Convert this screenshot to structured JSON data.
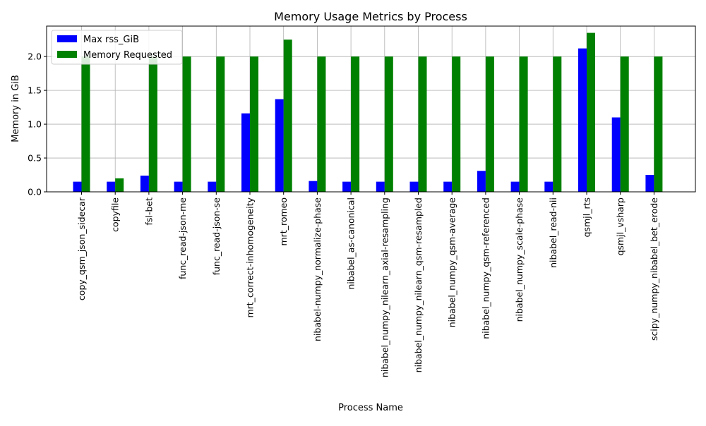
{
  "chart_data": {
    "type": "bar",
    "title": "Memory Usage Metrics by Process",
    "xlabel": "Process Name",
    "ylabel": "Memory in GiB",
    "ylim": [
      0,
      2.45
    ],
    "yticks": [
      "0.0",
      "0.5",
      "1.0",
      "1.5",
      "2.0"
    ],
    "ytick_values": [
      0,
      0.5,
      1.0,
      1.5,
      2.0
    ],
    "grid": true,
    "legend_position": "upper-left",
    "categories": [
      "copy_qsm_json_sidecar",
      "copyfile",
      "fsl-bet",
      "func_read-json-me",
      "func_read-json-se",
      "mrt_correct-inhomogeneity",
      "mrt_romeo",
      "nibabel-numpy_normalize-phase",
      "nibabel_as-canonical",
      "nibabel_numpy_nilearn_axial-resampling",
      "nibabel_numpy_nilearn_qsm-resampled",
      "nibabel_numpy_qsm-average",
      "nibabel_numpy_qsm-referenced",
      "nibabel_numpy_scale-phase",
      "nibabel_read-nii",
      "qsmjl_rts",
      "qsmjl_vsharp",
      "scipy_numpy_nibabel_bet_erode"
    ],
    "series": [
      {
        "name": "Max rss_GiB",
        "color": "#0000ff",
        "values": [
          0.15,
          0.15,
          0.24,
          0.15,
          0.15,
          1.16,
          1.37,
          0.16,
          0.15,
          0.15,
          0.15,
          0.15,
          0.31,
          0.15,
          0.15,
          2.12,
          1.1,
          0.25
        ]
      },
      {
        "name": "Memory Requested",
        "color": "#008000",
        "values": [
          2.0,
          0.2,
          2.0,
          2.0,
          2.0,
          2.0,
          2.25,
          2.0,
          2.0,
          2.0,
          2.0,
          2.0,
          2.0,
          2.0,
          2.0,
          2.35,
          2.0,
          2.0
        ]
      }
    ]
  }
}
